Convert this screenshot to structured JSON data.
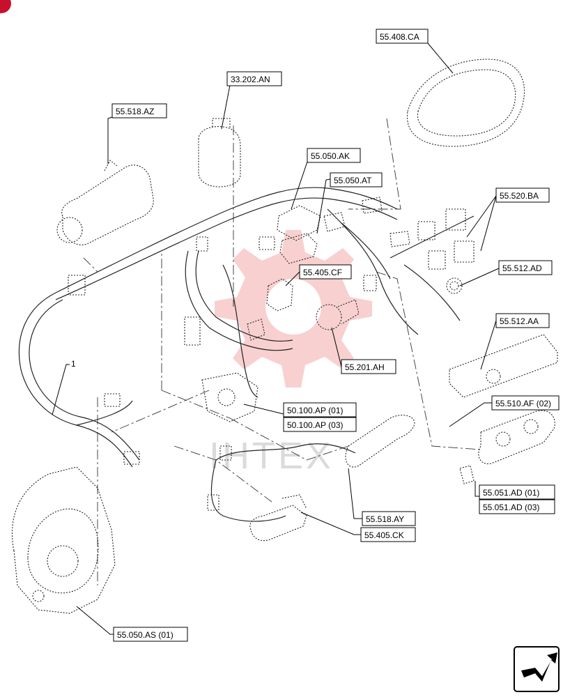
{
  "diagram": {
    "callouts": [
      {
        "id": "c-55408CA",
        "label": "55.408.CA"
      },
      {
        "id": "c-33202AN",
        "label": "33.202.AN"
      },
      {
        "id": "c-55518AZ",
        "label": "55.518.AZ"
      },
      {
        "id": "c-55050AK",
        "label": "55.050.AK"
      },
      {
        "id": "c-55050AT",
        "label": "55.050.AT"
      },
      {
        "id": "c-55520BA",
        "label": "55.520.BA"
      },
      {
        "id": "c-55512AD",
        "label": "55.512.AD"
      },
      {
        "id": "c-55405CF",
        "label": "55.405.CF"
      },
      {
        "id": "c-55512AA",
        "label": "55.512.AA"
      },
      {
        "id": "c-55201AH",
        "label": "55.201.AH"
      },
      {
        "id": "c-50100AP01",
        "label": "50.100.AP (01)"
      },
      {
        "id": "c-50100AP03",
        "label": "50.100.AP (03)"
      },
      {
        "id": "c-55510AF02",
        "label": "55.510.AF (02)"
      },
      {
        "id": "c-55051AD01",
        "label": "55.051.AD (01)"
      },
      {
        "id": "c-55051AD03",
        "label": "55.051.AD (03)"
      },
      {
        "id": "c-55518AY",
        "label": "55.518.AY"
      },
      {
        "id": "c-55405CK",
        "label": "55.405.CK"
      },
      {
        "id": "c-55050AS01",
        "label": "55.050.AS (01)"
      }
    ],
    "item_number": "1",
    "watermark_text": "ІНТЕХ",
    "nav_icon": "next-page-arrow-icon",
    "colors": {
      "watermark_red": "#e02a2a",
      "line": "#000000",
      "corner_badge": "#c8102e"
    }
  }
}
